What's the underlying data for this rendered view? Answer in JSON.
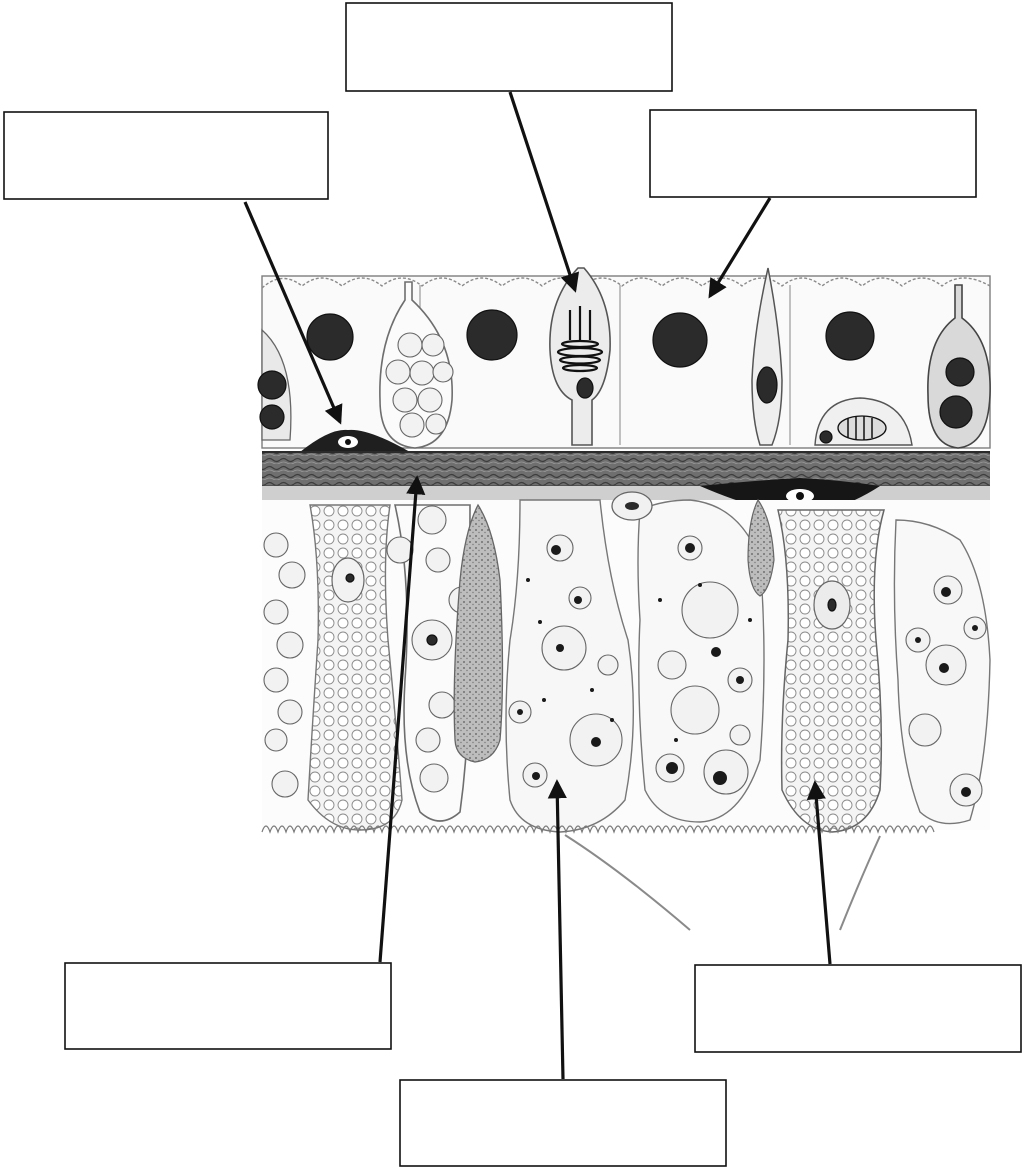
{
  "colors": {
    "background": "#ffffff",
    "box_stroke": "#111111",
    "arrow": "#111111",
    "tissue_dark": "#2b2b2b",
    "tissue_mid": "#7a7a7a",
    "tissue_light": "#e2e2e2"
  },
  "labels": [
    {
      "id": "top-center",
      "text": ""
    },
    {
      "id": "top-left",
      "text": ""
    },
    {
      "id": "top-right",
      "text": ""
    },
    {
      "id": "bottom-left",
      "text": ""
    },
    {
      "id": "bottom-center",
      "text": ""
    },
    {
      "id": "bottom-right",
      "text": ""
    }
  ]
}
